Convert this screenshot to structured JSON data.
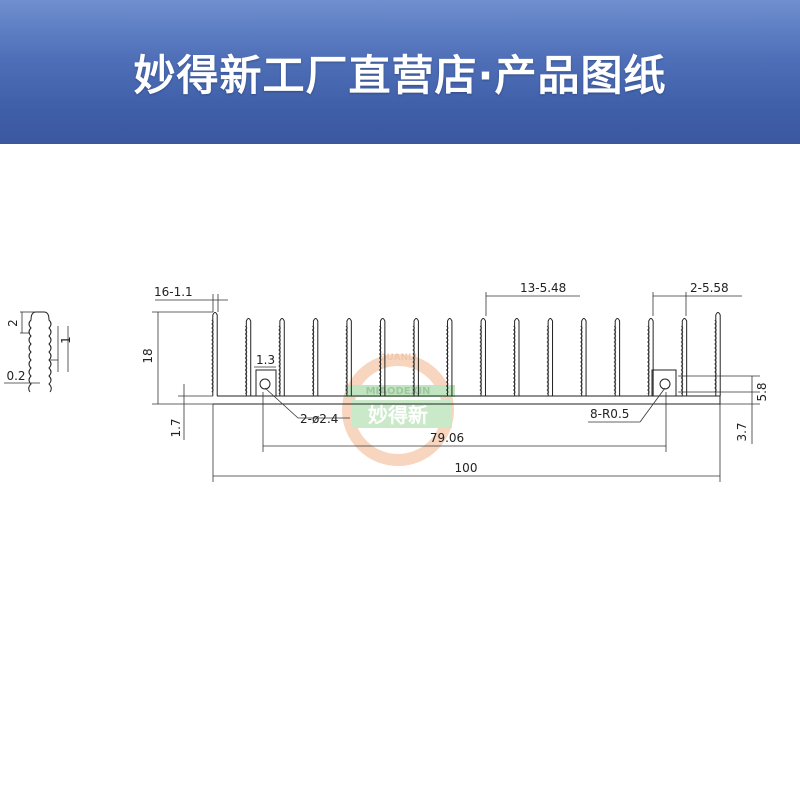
{
  "banner": {
    "title": "妙得新工厂直营店·产品图纸",
    "gradient": [
      "#6f8fd0",
      "#3b57a0"
    ],
    "text_color": "#ffffff"
  },
  "watermark": {
    "top_text": "QUANLI",
    "latin": "MIAODEXIN",
    "brand": "妙得新",
    "colors": {
      "ring": "#f2b48a",
      "mid": "#8fd08f",
      "box": "#9ed89e"
    }
  },
  "dimensions": {
    "fin_count_thickness": "16-1.1",
    "height_total": "18",
    "base_thickness": "1.7",
    "groove_width": "1.3",
    "holes": "2-ø2.4",
    "hole_spacing": "79.06",
    "total_width": "100",
    "fin_pitch": "13-5.48",
    "edge_pitch": "2-5.58",
    "fillet_radius": "8-R0.5",
    "groove_height": "5.8",
    "right_step": "3.7",
    "detail_fin_tip": "2",
    "detail_fin_width": "1",
    "detail_serration": "0.2"
  }
}
